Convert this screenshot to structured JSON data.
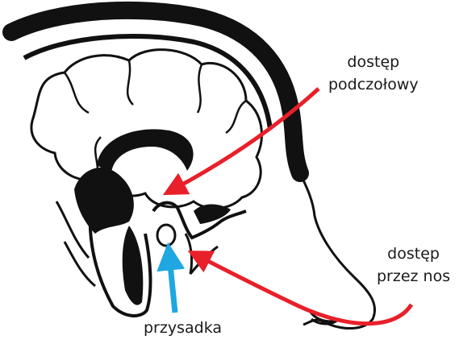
{
  "labels": {
    "subfrontal": [
      "dostęp",
      "podczołowy"
    ],
    "transnasal": [
      "dostęp",
      "przez nos"
    ],
    "pituitary": "przysadka"
  },
  "colors": {
    "outline": "#111111",
    "background": "#ffffff",
    "red_arrow": "#e8202a",
    "blue_arrow": "#1ea7e1"
  }
}
